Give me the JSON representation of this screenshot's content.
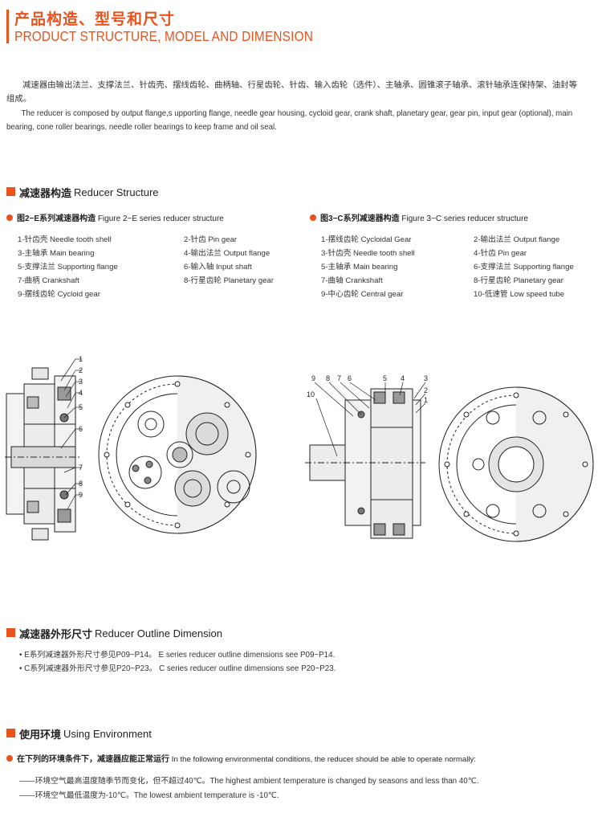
{
  "header": {
    "title_cn": "产品构造、型号和尺寸",
    "title_en": "PRODUCT STRUCTURE, MODEL AND DIMENSION"
  },
  "intro": {
    "cn": "减速器由输出法兰、支撑法兰、针齿壳、摆线齿轮、曲柄轴、行星齿轮、针齿、输入齿轮（选件）、主轴承、圆锥滚子轴承、滚针轴承连保持架、油封等组成。",
    "en": "The reducer is composed by output flange,s upporting flange, needle gear housing, cycloid gear, crank shaft, planetary gear, gear pin, input gear (optional), main bearing, cone roller bearings, needle roller bearings to keep frame and oil seal."
  },
  "structure": {
    "heading_cn": "减速器构造",
    "heading_en": "Reducer Structure",
    "fig2": {
      "caption_cn": "图2−E系列减速器构造",
      "caption_en": "Figure 2−E series reducer structure",
      "col1": [
        "1-针齿壳 Needle tooth shell",
        "3-主轴承 Main bearing",
        "5-支撑法兰 Supporting flange",
        "7-曲柄 Crankshaft",
        "9-摆线齿轮 Cycloid gear"
      ],
      "col2": [
        "2-针齿 Pin gear",
        "4-输出法兰 Output flange",
        "6-输入轴 Input shaft",
        "8-行星齿轮 Planetary gear"
      ],
      "callouts": [
        "1",
        "2",
        "3",
        "4",
        "5",
        "6",
        "7",
        "8",
        "9"
      ]
    },
    "fig3": {
      "caption_cn": "图3−C系列减速器构造",
      "caption_en": "Figure 3−C series reducer structure",
      "col1": [
        "1-摆线齿轮 Cycloidal Gear",
        "3-针齿壳 Needle tooth shell",
        "5-主轴承 Main bearing",
        "7-曲轴 Crankshaft",
        "9-中心齿轮 Central gear"
      ],
      "col2": [
        "2-输出法兰 Output flange",
        "4-针齿 Pin gear",
        "6-支撑法兰 Supporting flange",
        "8-行星齿轮 Planetary gear",
        "10-低速管 Low speed tube"
      ],
      "callouts": [
        "9",
        "8",
        "7",
        "6",
        "5",
        "4",
        "3",
        "10",
        "2",
        "1"
      ]
    }
  },
  "outline": {
    "heading_cn": "减速器外形尺寸",
    "heading_en": "Reducer Outline Dimension",
    "items": [
      "E系列减速器外形尺寸参见P09~P14。 E series reducer outline dimensions see P09~P14.",
      "C系列减速器外形尺寸参见P20~P23。 C series reducer outline dimensions see P20~P23."
    ]
  },
  "environment": {
    "heading_cn": "使用环境",
    "heading_en": "Using Environment",
    "lead_cn": "在下列的环境条件下，减速器应能正常运行",
    "lead_en": "In the following environmental conditions, the reducer should be able to operate normally:",
    "lines": [
      "——环境空气最高温度随季节而变化，但不超过40℃。The highest ambient temperature is changed by seasons and less than 40℃.",
      "——环境空气最低温度为-10℃。The lowest ambient temperature is -10℃."
    ]
  },
  "colors": {
    "accent": "#e8531d",
    "text": "#231f20"
  }
}
